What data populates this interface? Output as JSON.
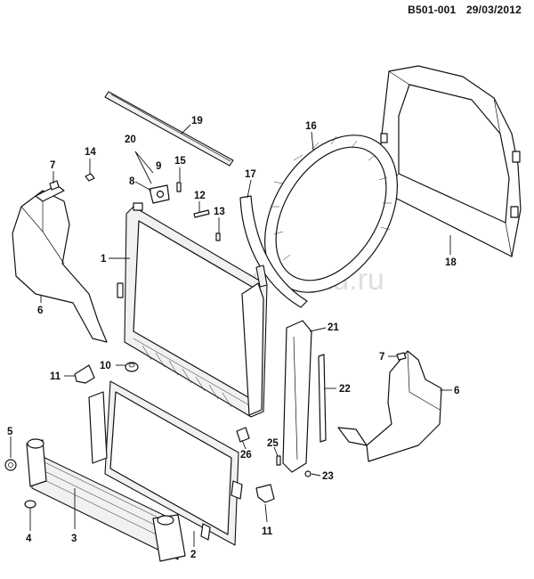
{
  "header": {
    "code": "B501-001",
    "date": "29/03/2012"
  },
  "watermark": "www.gr-sklad.ru",
  "callouts": {
    "c1": "1",
    "c2": "2",
    "c3": "3",
    "c4": "4",
    "c5": "5",
    "c6a": "6",
    "c6b": "6",
    "c7a": "7",
    "c7b": "7",
    "c8": "8",
    "c9": "9",
    "c10": "10",
    "c11a": "11",
    "c11b": "11",
    "c12": "12",
    "c13": "13",
    "c14": "14",
    "c15": "15",
    "c16": "16",
    "c17": "17",
    "c18": "18",
    "c19": "19",
    "c20": "20",
    "c21": "21",
    "c22": "22",
    "c23": "23",
    "c25": "25",
    "c26": "26"
  }
}
